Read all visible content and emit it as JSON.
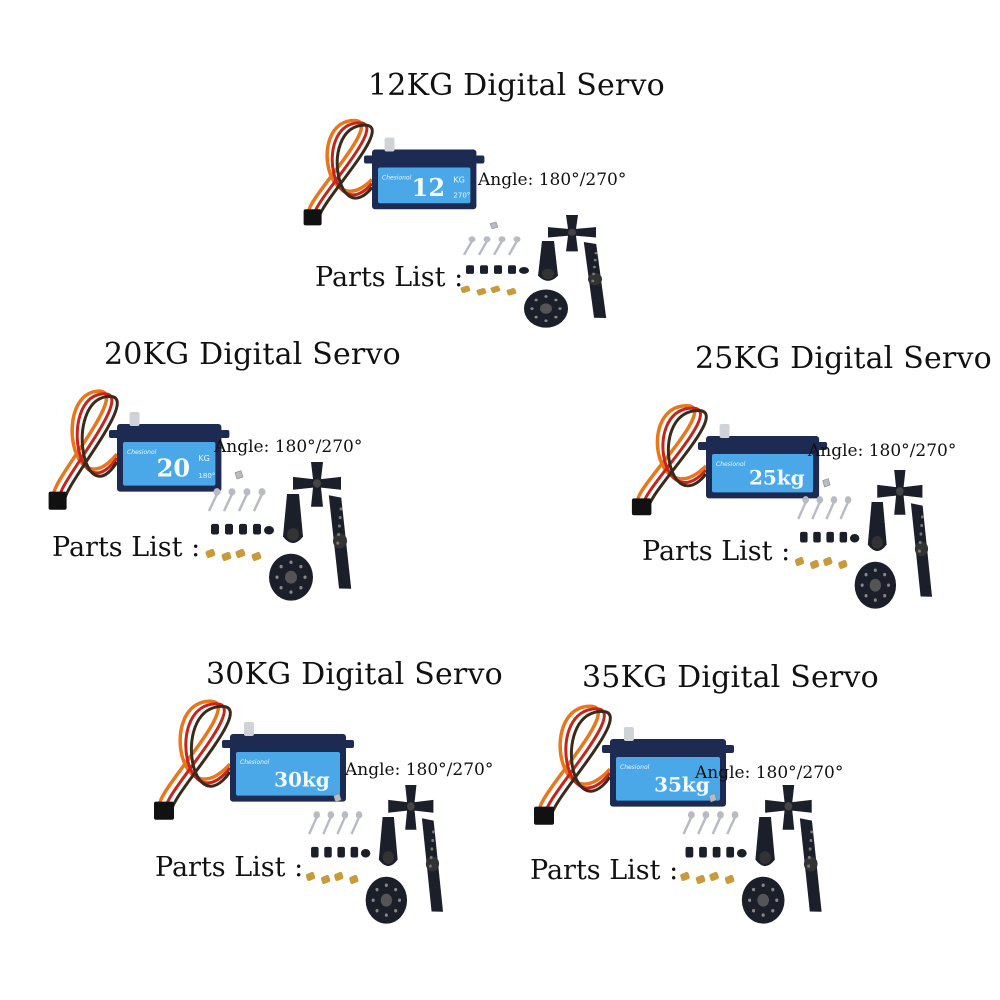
{
  "colors": {
    "servo_body": "#1d2a52",
    "servo_label": "#4aa8e8",
    "wire_orange": "#e8771b",
    "wire_red": "#c8241b",
    "wire_brown": "#3a2a1a",
    "horn": "#1b1f2a",
    "screw": "#b8bcc2",
    "brass": "#c99a3a"
  },
  "panels": [
    {
      "id": "12kg",
      "title": "12KG Digital Servo",
      "angle": "Angle: 180°/270°",
      "parts_label": "Parts List :",
      "servo_label": "12",
      "servo_label_unit": "KG",
      "servo_label_angle": "270°",
      "brand": "Chesionol"
    },
    {
      "id": "20kg",
      "title": "20KG Digital Servo",
      "angle": "Angle: 180°/270°",
      "parts_label": "Parts List :",
      "servo_label": "20",
      "servo_label_unit": "KG",
      "servo_label_angle": "180°",
      "brand": "Chesionol"
    },
    {
      "id": "25kg",
      "title": "25KG Digital Servo",
      "angle": "Angle: 180°/270°",
      "parts_label": "Parts List :",
      "servo_label": "25kg",
      "servo_label_unit": "",
      "servo_label_angle": "",
      "brand": "Chesionol"
    },
    {
      "id": "30kg",
      "title": "30KG Digital Servo",
      "angle": "Angle: 180°/270°",
      "parts_label": "Parts List :",
      "servo_label": "30kg",
      "servo_label_unit": "",
      "servo_label_angle": "",
      "brand": "Chesionol"
    },
    {
      "id": "35kg",
      "title": "35KG Digital Servo",
      "angle": "Angle: 180°/270°",
      "parts_label": "Parts List :",
      "servo_label": "35kg",
      "servo_label_unit": "",
      "servo_label_angle": "",
      "brand": "Chesionol"
    }
  ]
}
